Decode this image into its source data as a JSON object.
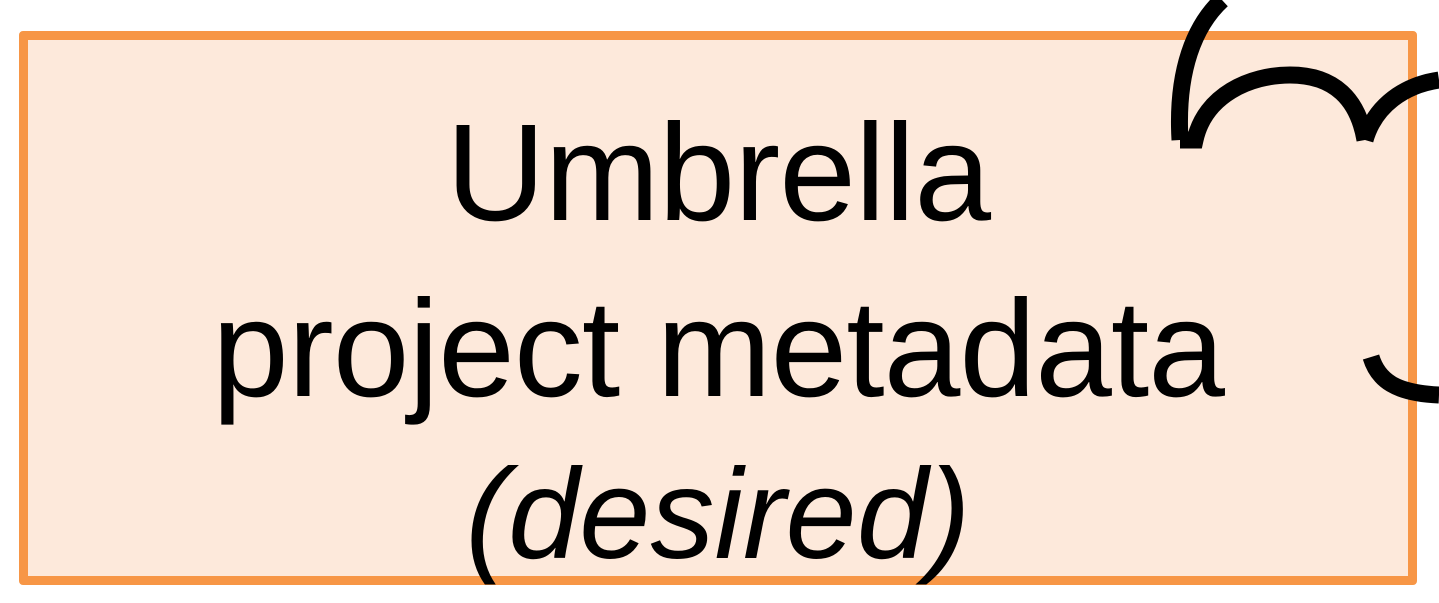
{
  "box": {
    "line1": "Umbrella",
    "line2": "project metadata",
    "line3": "(desired)",
    "fill_color": "#fde9db",
    "border_color": "#f79646"
  },
  "connector": {
    "color": "#000000"
  }
}
